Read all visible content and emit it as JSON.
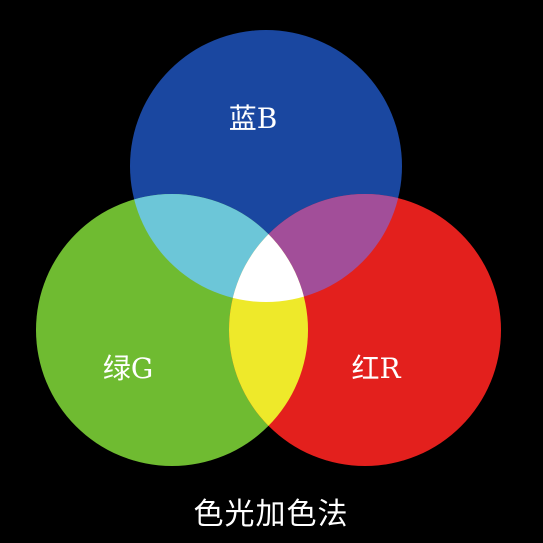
{
  "diagram": {
    "caption": "色光加色法",
    "circles": {
      "blue": {
        "label": "蓝B",
        "color": "#1a47a0"
      },
      "green": {
        "label": "绿G",
        "color": "#6fbb31"
      },
      "red": {
        "label": "红R",
        "color": "#e3201d"
      }
    },
    "overlaps": {
      "blue_green": "#6cc6d8",
      "blue_red": "#a24e99",
      "green_red": "#eee92a",
      "all": "#ffffff"
    }
  }
}
